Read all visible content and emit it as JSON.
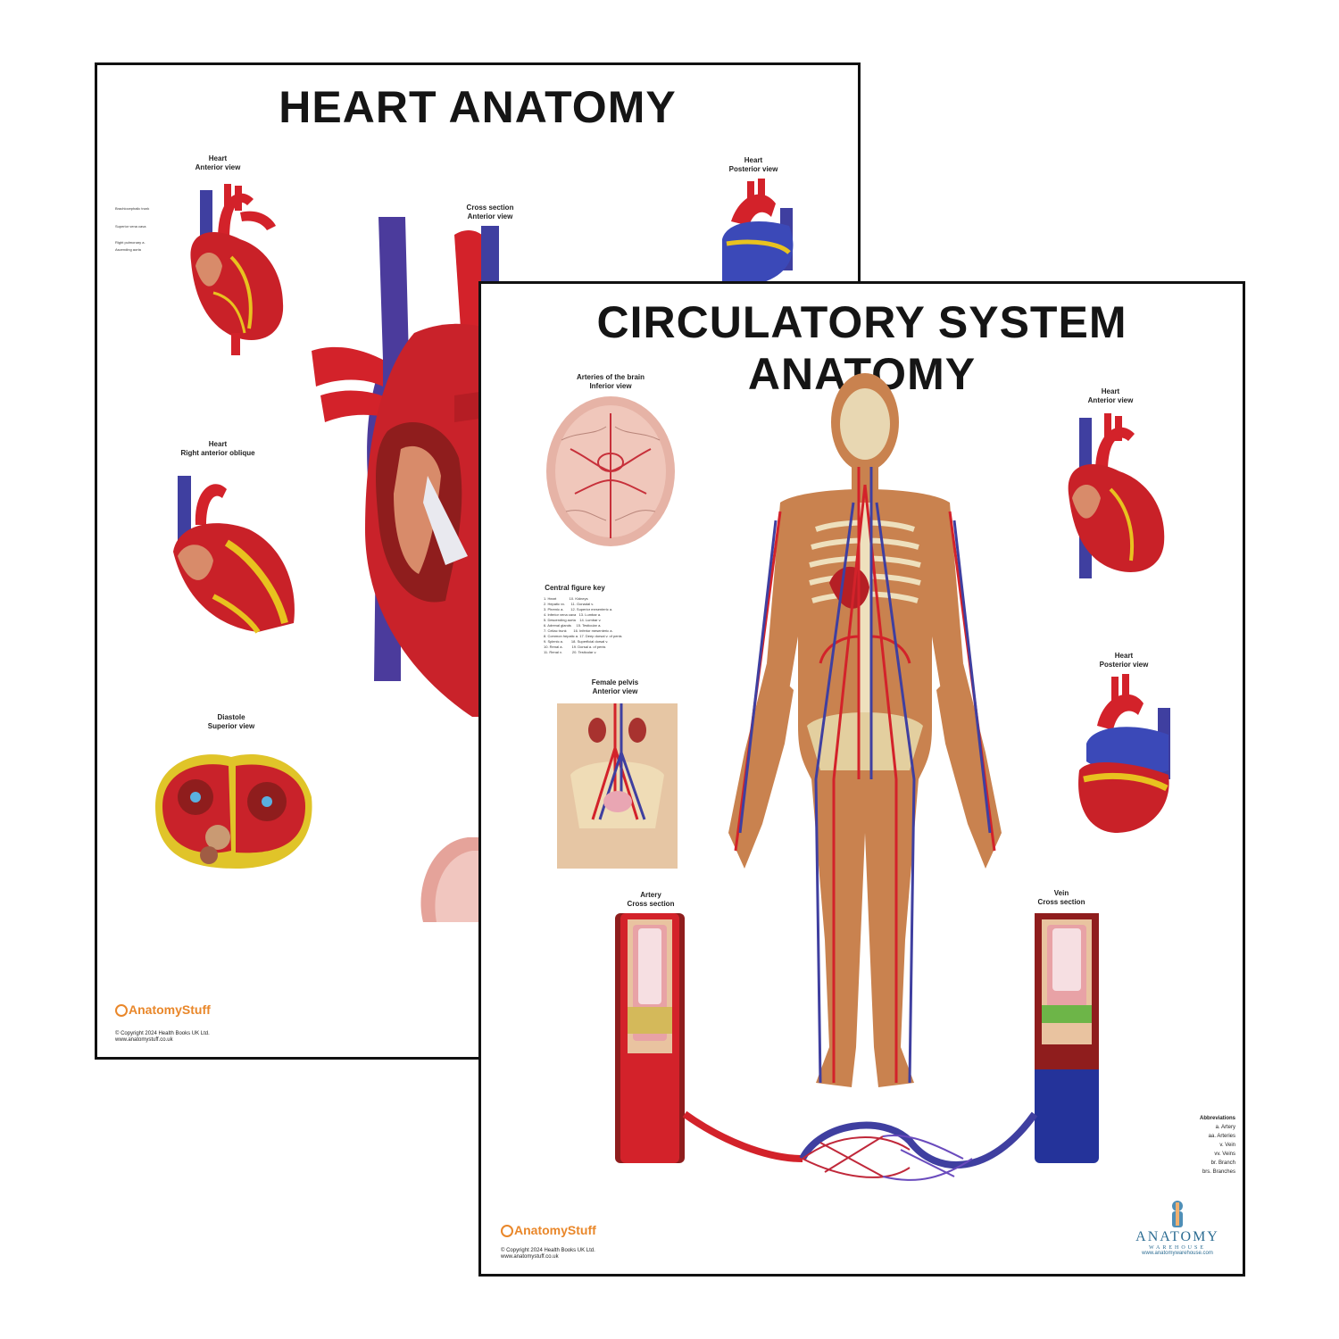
{
  "heart_poster": {
    "title": "HEART ANATOMY",
    "captions": {
      "anterior": "Heart\nAnterior view",
      "cross": "Cross section\nAnterior view",
      "posterior": "Heart\nPosterior view",
      "oblique": "Heart\nRight anterior oblique",
      "diastole": "Diastole\nSuperior view"
    },
    "brand": "AnatomyStuff",
    "copyright": "© Copyright 2024 Health Books UK Ltd.",
    "website": "www.anatomystuff.co.uk"
  },
  "circ_poster": {
    "title": "CIRCULATORY SYSTEM ANATOMY",
    "captions": {
      "brain": "Arteries of the brain\nInferior view",
      "heart_ant": "Heart\nAnterior view",
      "heart_post": "Heart\nPosterior view",
      "key": "Central figure key",
      "pelvis": "Female pelvis\nAnterior view",
      "artery": "Artery\nCross section",
      "vein": "Vein\nCross section"
    },
    "abbreviations": {
      "heading": "Abbreviations",
      "items": [
        "a. Artery",
        "aa. Arteries",
        "v. Vein",
        "vv. Veins",
        "br. Branch",
        "brs. Branches"
      ]
    },
    "brand": "AnatomyStuff",
    "copyright": "© Copyright 2024 Health Books UK Ltd.",
    "website": "www.anatomystuff.co.uk",
    "warehouse": {
      "name": "ANATOMY",
      "sub": "WAREHOUSE",
      "url": "www.anatomywarehouse.com"
    }
  },
  "colors": {
    "artery_red": "#d3222a",
    "vein_blue": "#3f3fa0",
    "fat_yellow": "#e8c21f",
    "skin": "#d79a63",
    "brand_orange": "#e9872a"
  }
}
